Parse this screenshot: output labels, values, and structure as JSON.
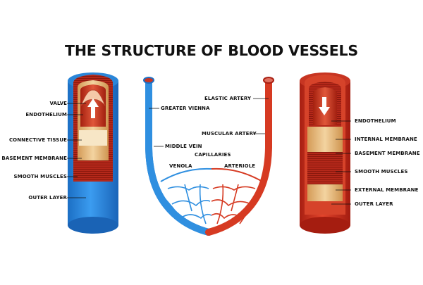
{
  "title": "THE STRUCTURE OF BLOOD VESSELS",
  "colors": {
    "vein_blue": "#2f8fe0",
    "artery_red": "#d63a22",
    "inner_tissue": "#e9b977",
    "muscle": "#b0281b"
  },
  "icons": {
    "vein_flow": "arrow-up",
    "artery_flow": "arrow-down"
  },
  "left_vessel": {
    "labels": {
      "valve": "VALVE",
      "endothelium": "ENDOTHELIUM",
      "connective_tissue": "CONNECTIVE TISSUE",
      "basement_membrane": "BASEMENT MEMBRANE",
      "smooth_muscles": "SMOOTH MUSCLES",
      "outer_layer": "OUTER LAYER"
    }
  },
  "center_network": {
    "labels": {
      "elastic_artery": "ELASTIC ARTERY",
      "greater_vienna": "GREATER VIENNA",
      "muscular_artery": "MUSCULAR ARTERY",
      "middle_vein": "MIDDLE VEIN",
      "capillaries": "CAPILLARIES",
      "venola": "VENOLA",
      "arteriole": "ARTERIOLE"
    }
  },
  "right_vessel": {
    "labels": {
      "endothelium": "ENDOTHELIUM",
      "internal_membrane": "INTERNAL MEMBRANE",
      "basement_membrane": "BASEMENT MEMBRANE",
      "smooth_muscles": "SMOOTH MUSCLES",
      "external_membrane": "EXTERNAL MEMBRANE",
      "outer_layer": "OUTER LAYER"
    }
  }
}
